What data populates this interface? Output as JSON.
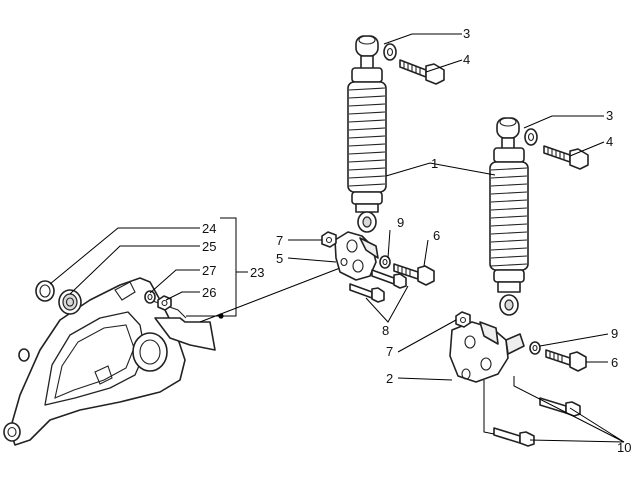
{
  "diagram": {
    "callouts": {
      "c1": "1",
      "c2": "2",
      "c3a": "3",
      "c3b": "3",
      "c4a": "4",
      "c4b": "4",
      "c5": "5",
      "c6a": "6",
      "c6b": "6",
      "c7a": "7",
      "c7b": "7",
      "c8": "8",
      "c9a": "9",
      "c9b": "9",
      "c10": "10",
      "c23": "23",
      "c24": "24",
      "c25": "25",
      "c26": "26",
      "c27": "27"
    },
    "colors": {
      "line": "#222222",
      "background": "#ffffff"
    }
  }
}
